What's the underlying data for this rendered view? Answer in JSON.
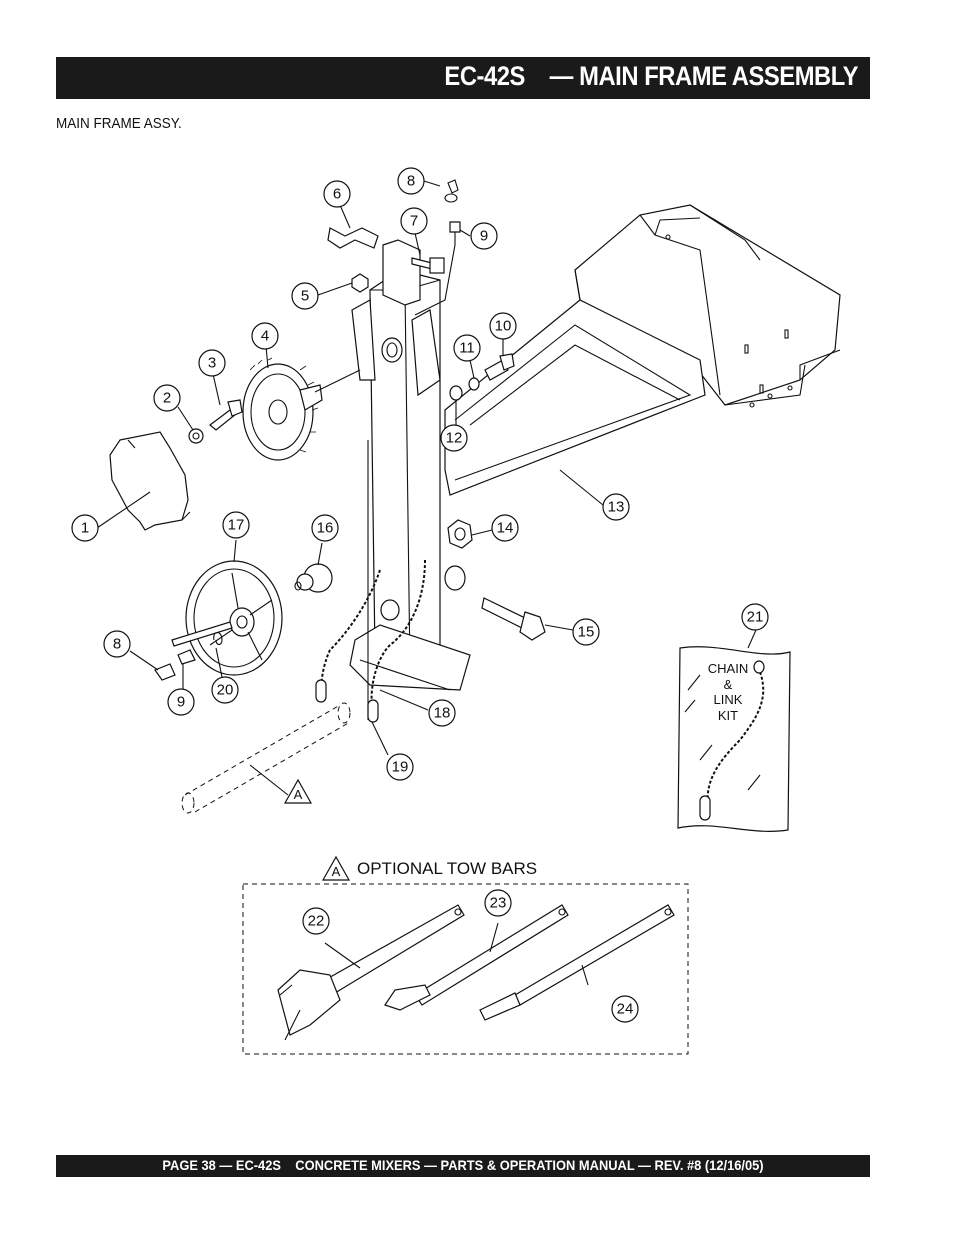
{
  "header": {
    "title": "EC-42S    — MAIN FRAME ASSEMBLY"
  },
  "subtitle": "MAIN FRAME ASSY.",
  "footer": {
    "text": "PAGE 38 — EC-42S    CONCRETE MIXERS — PARTS & OPERATION MANUAL — REV. #8 (12/16/05)"
  },
  "callouts": [
    "1",
    "2",
    "3",
    "4",
    "5",
    "6",
    "7",
    "8",
    "9",
    "10",
    "11",
    "12",
    "13",
    "14",
    "15",
    "16",
    "17",
    "8",
    "9",
    "20",
    "18",
    "19",
    "21",
    "22",
    "23",
    "24"
  ],
  "chain_kit": {
    "line1": "CHAIN",
    "line2": "&",
    "line3": "LINK",
    "line4": "KIT"
  },
  "optional": {
    "marker": "A",
    "label": "OPTIONAL TOW BARS"
  },
  "marker_a": "A"
}
